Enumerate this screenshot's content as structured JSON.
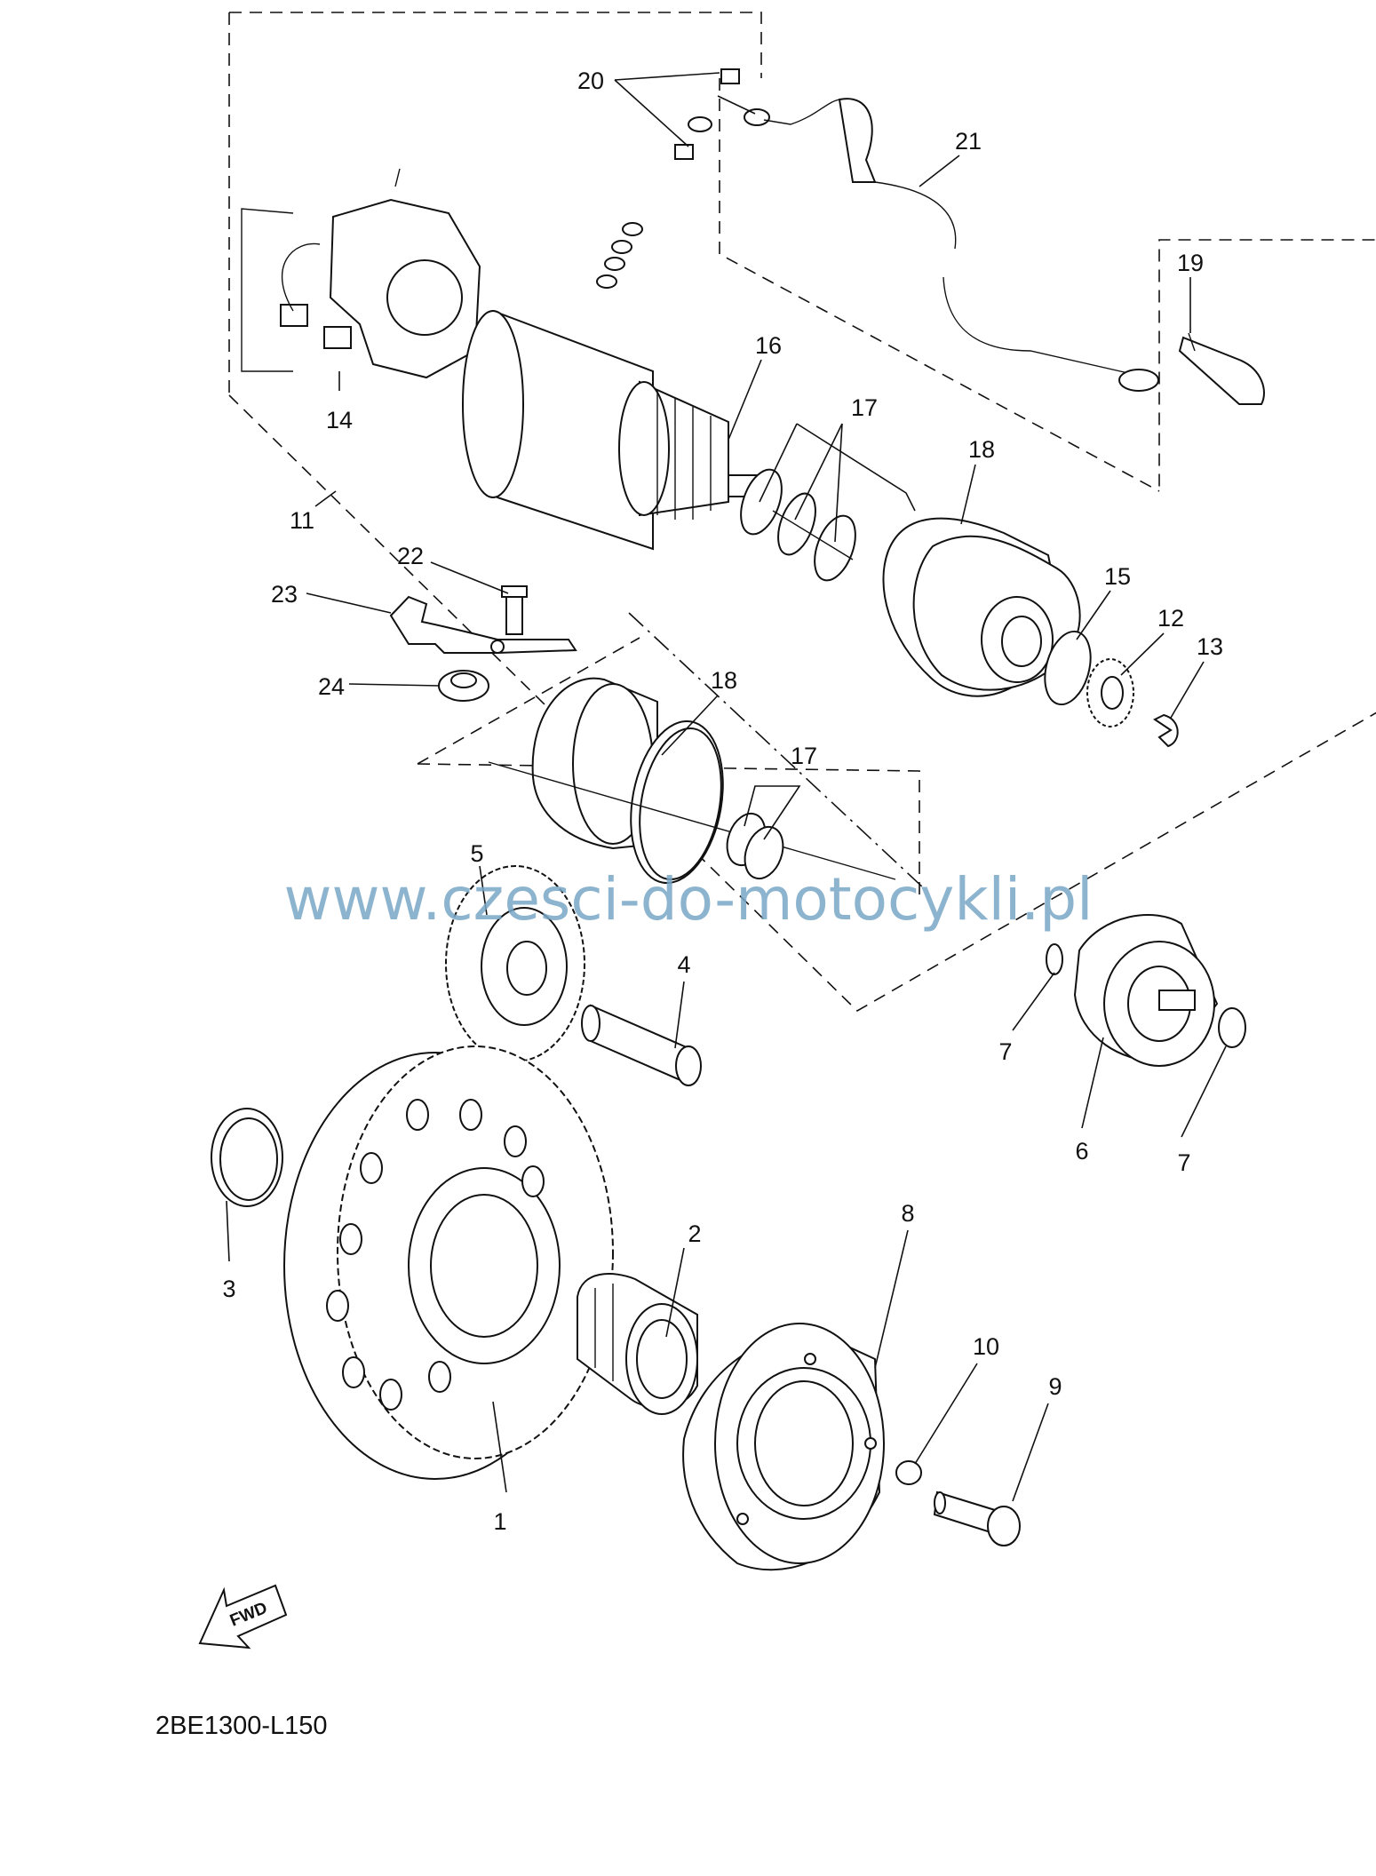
{
  "diagram": {
    "watermark": "www.czesci-do-motocykli.pl",
    "code": "2BE1300-L150",
    "fwd_label": "FWD",
    "callouts": {
      "c1": "1",
      "c2": "2",
      "c3": "3",
      "c4": "4",
      "c5": "5",
      "c6": "6",
      "c7a": "7",
      "c7b": "7",
      "c8": "8",
      "c9": "9",
      "c10": "10",
      "c11": "11",
      "c12": "12",
      "c13": "13",
      "c14": "14",
      "c15": "15",
      "c16": "16",
      "c17a": "17",
      "c17b": "17",
      "c18a": "18",
      "c18b": "18",
      "c19": "19",
      "c20": "20",
      "c21": "21",
      "c22": "22",
      "c23": "23",
      "c24": "24"
    }
  }
}
